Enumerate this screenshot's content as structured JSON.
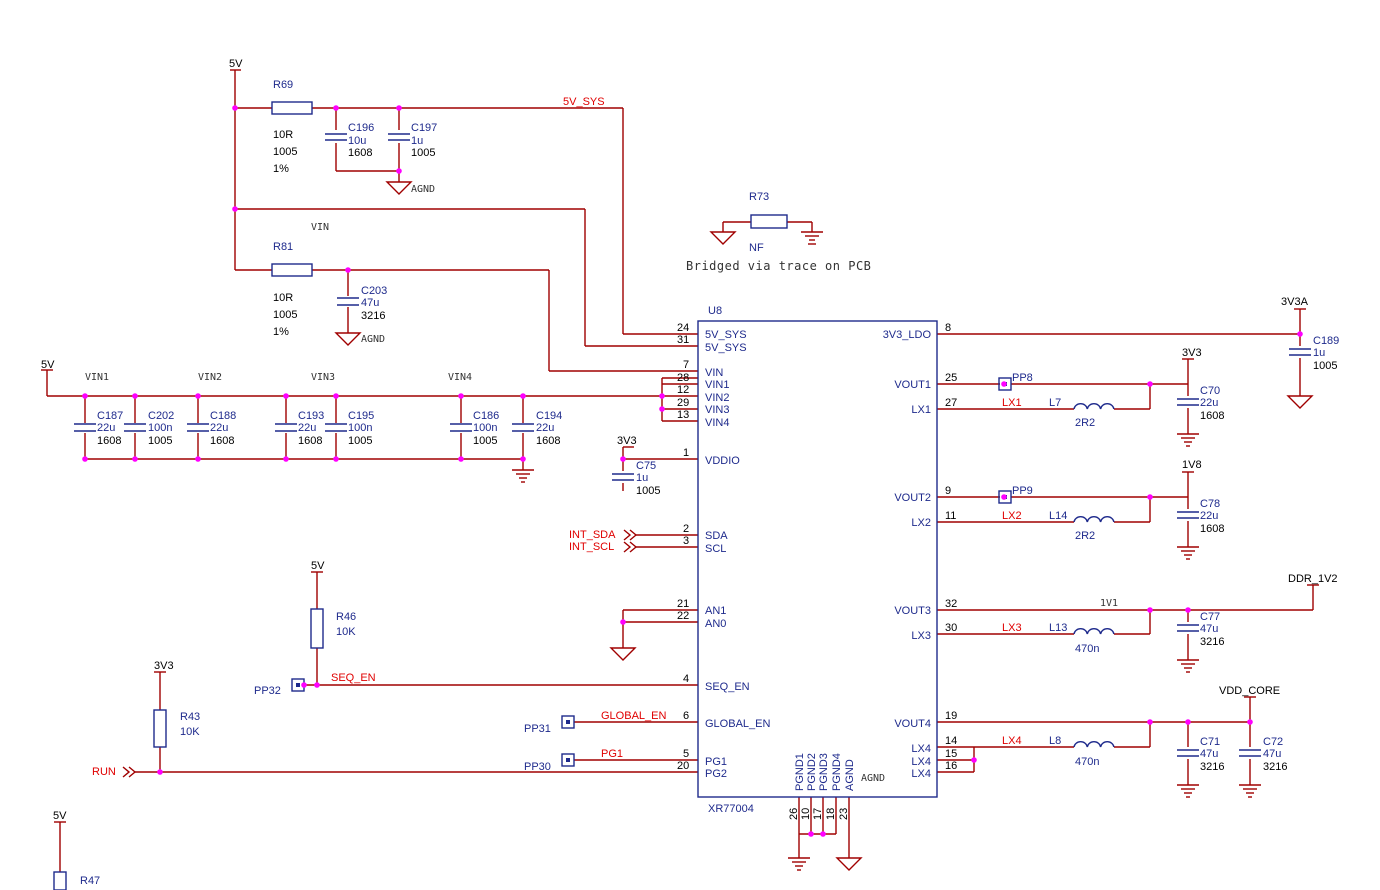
{
  "power_nets": {
    "five_v_top": "5V",
    "five_v_left": "5V",
    "five_v_seq": "5V",
    "five_v_bottom": "5V",
    "three_v3_vddio": "3V3",
    "three_v3_run": "3V3",
    "three_v3a": "3V3A",
    "out_3v3": "3V3",
    "out_1v8": "1V8",
    "out_ddr": "DDR_1V2",
    "out_core": "VDD_CORE"
  },
  "nets": {
    "five_v_sys": "5V_SYS",
    "vin": "VIN",
    "vin1": "VIN1",
    "vin2": "VIN2",
    "vin3": "VIN3",
    "vin4": "VIN4",
    "agnd_1": "AGND",
    "agnd_2": "AGND",
    "agnd_3": "AGND",
    "int_sda": "INT_SDA",
    "int_scl": "INT_SCL",
    "seq_en": "SEQ_EN",
    "global_en": "GLOBAL_EN",
    "pg1": "PG1",
    "run": "RUN",
    "lx1": "LX1",
    "lx2": "LX2",
    "lx3": "LX3",
    "lx4": "LX4",
    "one_v1": "1V1"
  },
  "note": "Bridged via trace on PCB",
  "ic": {
    "ref": "U8",
    "part": "XR77004",
    "left_pins": [
      {
        "num": "24",
        "name": "5V_SYS"
      },
      {
        "num": "31",
        "name": "5V_SYS"
      },
      {
        "num": "7",
        "name": "VIN"
      },
      {
        "num": "28",
        "name": "VIN1"
      },
      {
        "num": "12",
        "name": "VIN2"
      },
      {
        "num": "29",
        "name": "VIN3"
      },
      {
        "num": "13",
        "name": "VIN4"
      },
      {
        "num": "1",
        "name": "VDDIO"
      },
      {
        "num": "2",
        "name": "SDA"
      },
      {
        "num": "3",
        "name": "SCL"
      },
      {
        "num": "21",
        "name": "AN1"
      },
      {
        "num": "22",
        "name": "AN0"
      },
      {
        "num": "4",
        "name": "SEQ_EN"
      },
      {
        "num": "6",
        "name": "GLOBAL_EN"
      },
      {
        "num": "5",
        "name": "PG1"
      },
      {
        "num": "20",
        "name": "PG2"
      }
    ],
    "right_pins": [
      {
        "num": "8",
        "name": "3V3_LDO"
      },
      {
        "num": "25",
        "name": "VOUT1"
      },
      {
        "num": "27",
        "name": "LX1"
      },
      {
        "num": "9",
        "name": "VOUT2"
      },
      {
        "num": "11",
        "name": "LX2"
      },
      {
        "num": "32",
        "name": "VOUT3"
      },
      {
        "num": "30",
        "name": "LX3"
      },
      {
        "num": "19",
        "name": "VOUT4"
      },
      {
        "num": "14",
        "name": "LX4"
      },
      {
        "num": "15",
        "name": "LX4"
      },
      {
        "num": "16",
        "name": "LX4"
      }
    ],
    "bottom_pins": [
      {
        "num": "26",
        "name": "PGND1"
      },
      {
        "num": "10",
        "name": "PGND2"
      },
      {
        "num": "17",
        "name": "PGND3"
      },
      {
        "num": "18",
        "name": "PGND4"
      },
      {
        "num": "23",
        "name": "AGND"
      }
    ],
    "agnd_label": "AGND"
  },
  "resistors": {
    "r69": {
      "ref": "R69",
      "v1": "10R",
      "v2": "1005",
      "v3": "1%"
    },
    "r81": {
      "ref": "R81",
      "v1": "10R",
      "v2": "1005",
      "v3": "1%"
    },
    "r73": {
      "ref": "R73",
      "v1": "NF"
    },
    "r46": {
      "ref": "R46",
      "v1": "10K"
    },
    "r43": {
      "ref": "R43",
      "v1": "10K"
    },
    "r47": {
      "ref": "R47"
    }
  },
  "capacitors": {
    "c196": {
      "ref": "C196",
      "v1": "10u",
      "v2": "1608"
    },
    "c197": {
      "ref": "C197",
      "v1": "1u",
      "v2": "1005"
    },
    "c203": {
      "ref": "C203",
      "v1": "47u",
      "v2": "3216"
    },
    "c187": {
      "ref": "C187",
      "v1": "22u",
      "v2": "1608"
    },
    "c202": {
      "ref": "C202",
      "v1": "100n",
      "v2": "1005"
    },
    "c188": {
      "ref": "C188",
      "v1": "22u",
      "v2": "1608"
    },
    "c193": {
      "ref": "C193",
      "v1": "22u",
      "v2": "1608"
    },
    "c195": {
      "ref": "C195",
      "v1": "100n",
      "v2": "1005"
    },
    "c186": {
      "ref": "C186",
      "v1": "100n",
      "v2": "1005"
    },
    "c194": {
      "ref": "C194",
      "v1": "22u",
      "v2": "1608"
    },
    "c75": {
      "ref": "C75",
      "v1": "1u",
      "v2": "1005"
    },
    "c189": {
      "ref": "C189",
      "v1": "1u",
      "v2": "1005"
    },
    "c70": {
      "ref": "C70",
      "v1": "22u",
      "v2": "1608"
    },
    "c78": {
      "ref": "C78",
      "v1": "22u",
      "v2": "1608"
    },
    "c77": {
      "ref": "C77",
      "v1": "47u",
      "v2": "3216"
    },
    "c71": {
      "ref": "C71",
      "v1": "47u",
      "v2": "3216"
    },
    "c72": {
      "ref": "C72",
      "v1": "47u",
      "v2": "3216"
    }
  },
  "inductors": {
    "l7": {
      "ref": "L7",
      "v1": "2R2"
    },
    "l14": {
      "ref": "L14",
      "v1": "2R2"
    },
    "l13": {
      "ref": "L13",
      "v1": "470n"
    },
    "l8": {
      "ref": "L8",
      "v1": "470n"
    }
  },
  "test_points": {
    "pp8": "PP8",
    "pp9": "PP9",
    "pp32": "PP32",
    "pp31": "PP31",
    "pp30": "PP30"
  }
}
